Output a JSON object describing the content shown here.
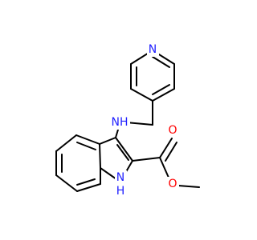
{
  "molecule": {
    "atoms": {
      "pyridine_n": {
        "symbol": "N",
        "color": "#1F1FFF"
      },
      "amine_nh": {
        "symbol": "NH",
        "color": "#1F1FFF"
      },
      "indole_n": {
        "symbol": "N",
        "color": "#1F1FFF"
      },
      "indole_h": {
        "symbol": "H",
        "color": "#1F1FFF"
      },
      "carbonyl_o": {
        "symbol": "O",
        "color": "#FF0000"
      },
      "ester_o": {
        "symbol": "O",
        "color": "#FF0000"
      }
    },
    "bond_color": "#000000"
  }
}
